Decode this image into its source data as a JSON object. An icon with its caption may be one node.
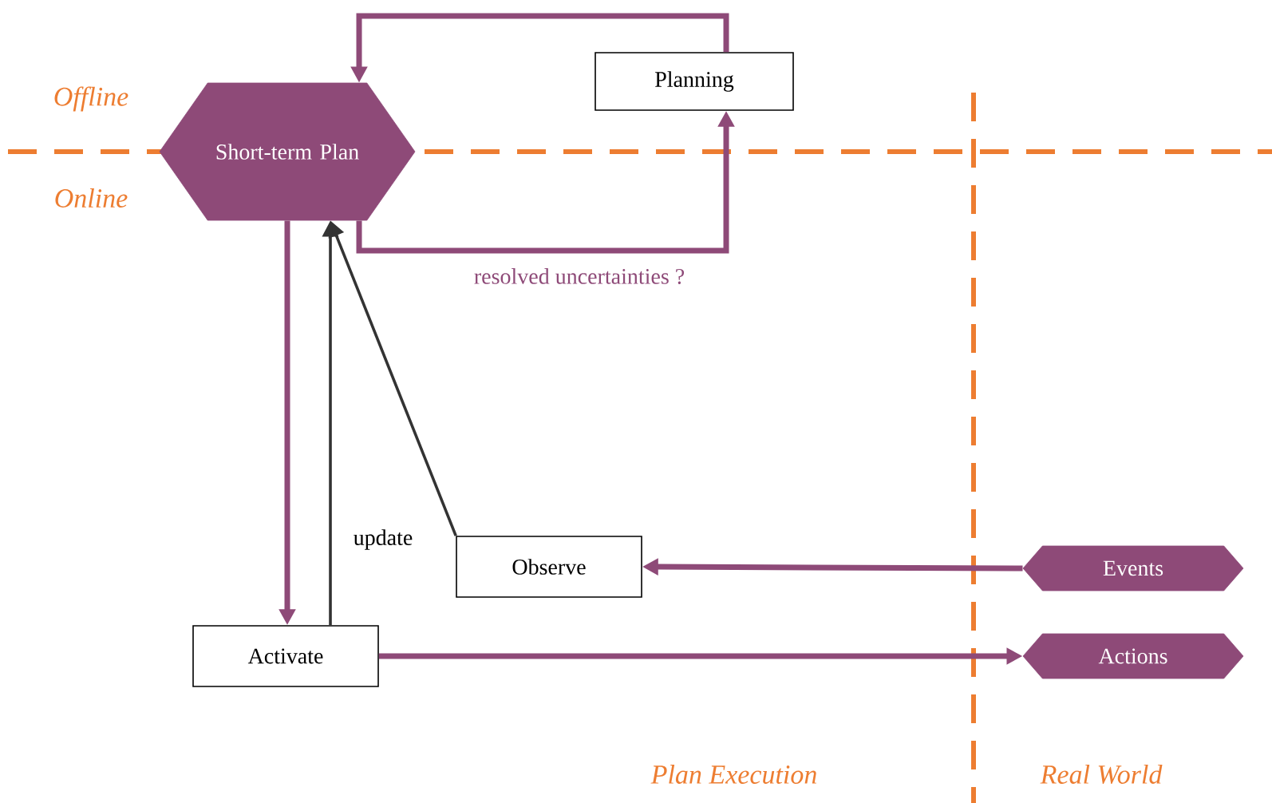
{
  "diagram": {
    "nodes": [
      {
        "text": [
          "Short-term Plan"
        ]
      },
      {
        "text": [
          "Planning"
        ]
      },
      {
        "text": [
          "Observe"
        ]
      },
      {
        "text": [
          "Activate"
        ]
      },
      {
        "text": [
          "Events"
        ]
      },
      {
        "text": [
          "Actions"
        ]
      }
    ],
    "edges": [
      {
        "from": 1,
        "to": 0,
        "arrow": "to"
      },
      {
        "from": 0,
        "to": 1,
        "arrow": "to",
        "label": "resolved uncertainties ?"
      },
      {
        "from": 0,
        "to": 3,
        "arrow": "to"
      },
      {
        "from": 3,
        "to": 0,
        "arrow": "to",
        "color": "#333333",
        "label": "update"
      },
      {
        "from": 2,
        "to": 0,
        "arrow": "to",
        "color": "#333333"
      },
      {
        "from": 4,
        "to": 2,
        "arrow": "to"
      },
      {
        "from": 3,
        "to": 5,
        "arrow": "to"
      }
    ],
    "labels": [
      "Offline",
      "Online",
      "Plan Execution",
      "Real World"
    ]
  }
}
